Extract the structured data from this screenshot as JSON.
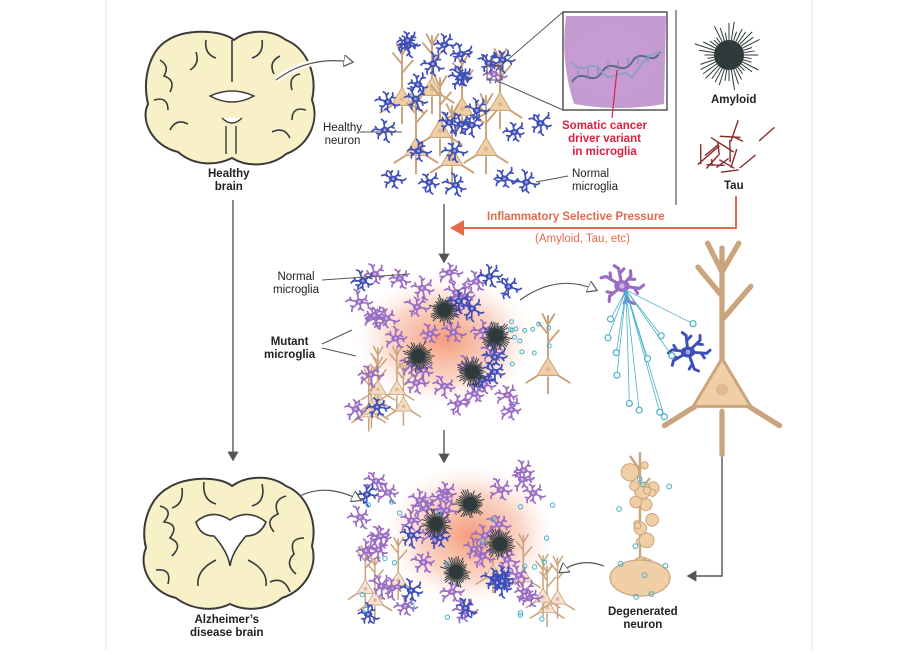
{
  "labels": {
    "healthy_brain": [
      "Healthy",
      "brain"
    ],
    "healthy_neuron": [
      "Healthy",
      "neuron"
    ],
    "normal_microglia_top": [
      "Normal",
      "microglia"
    ],
    "somatic_variant": [
      "Somatic cancer",
      "driver variant",
      "in microglia"
    ],
    "amyloid": "Amyloid",
    "tau": "Tau",
    "pressure_title": "Inflammatory Selective Pressure",
    "pressure_sub": "(Amyloid, Tau, etc)",
    "normal_microglia_mid": [
      "Normal",
      "microglia"
    ],
    "mutant_microglia": [
      "Mutant",
      "microglia"
    ],
    "ad_brain": [
      "Alzheimer’s",
      "disease brain"
    ],
    "degenerated_neuron": [
      "Degenerated",
      "neuron"
    ]
  },
  "colors": {
    "brain_fill": "#f8f1c8",
    "brain_outline": "#3a3a3a",
    "neuron": "#f0cfa6",
    "normal_microglia": "#3e4eb8",
    "mutant_microglia": "#9a6cc4",
    "inflammation": "#f4a07e",
    "amyloid": "#2f3a3a",
    "tau": "#8b2a2a",
    "cytokine": "#4ab0c8",
    "variant_text": "#d8213f",
    "pressure_arrow": "#e46a4c",
    "arrow": "#555555"
  }
}
